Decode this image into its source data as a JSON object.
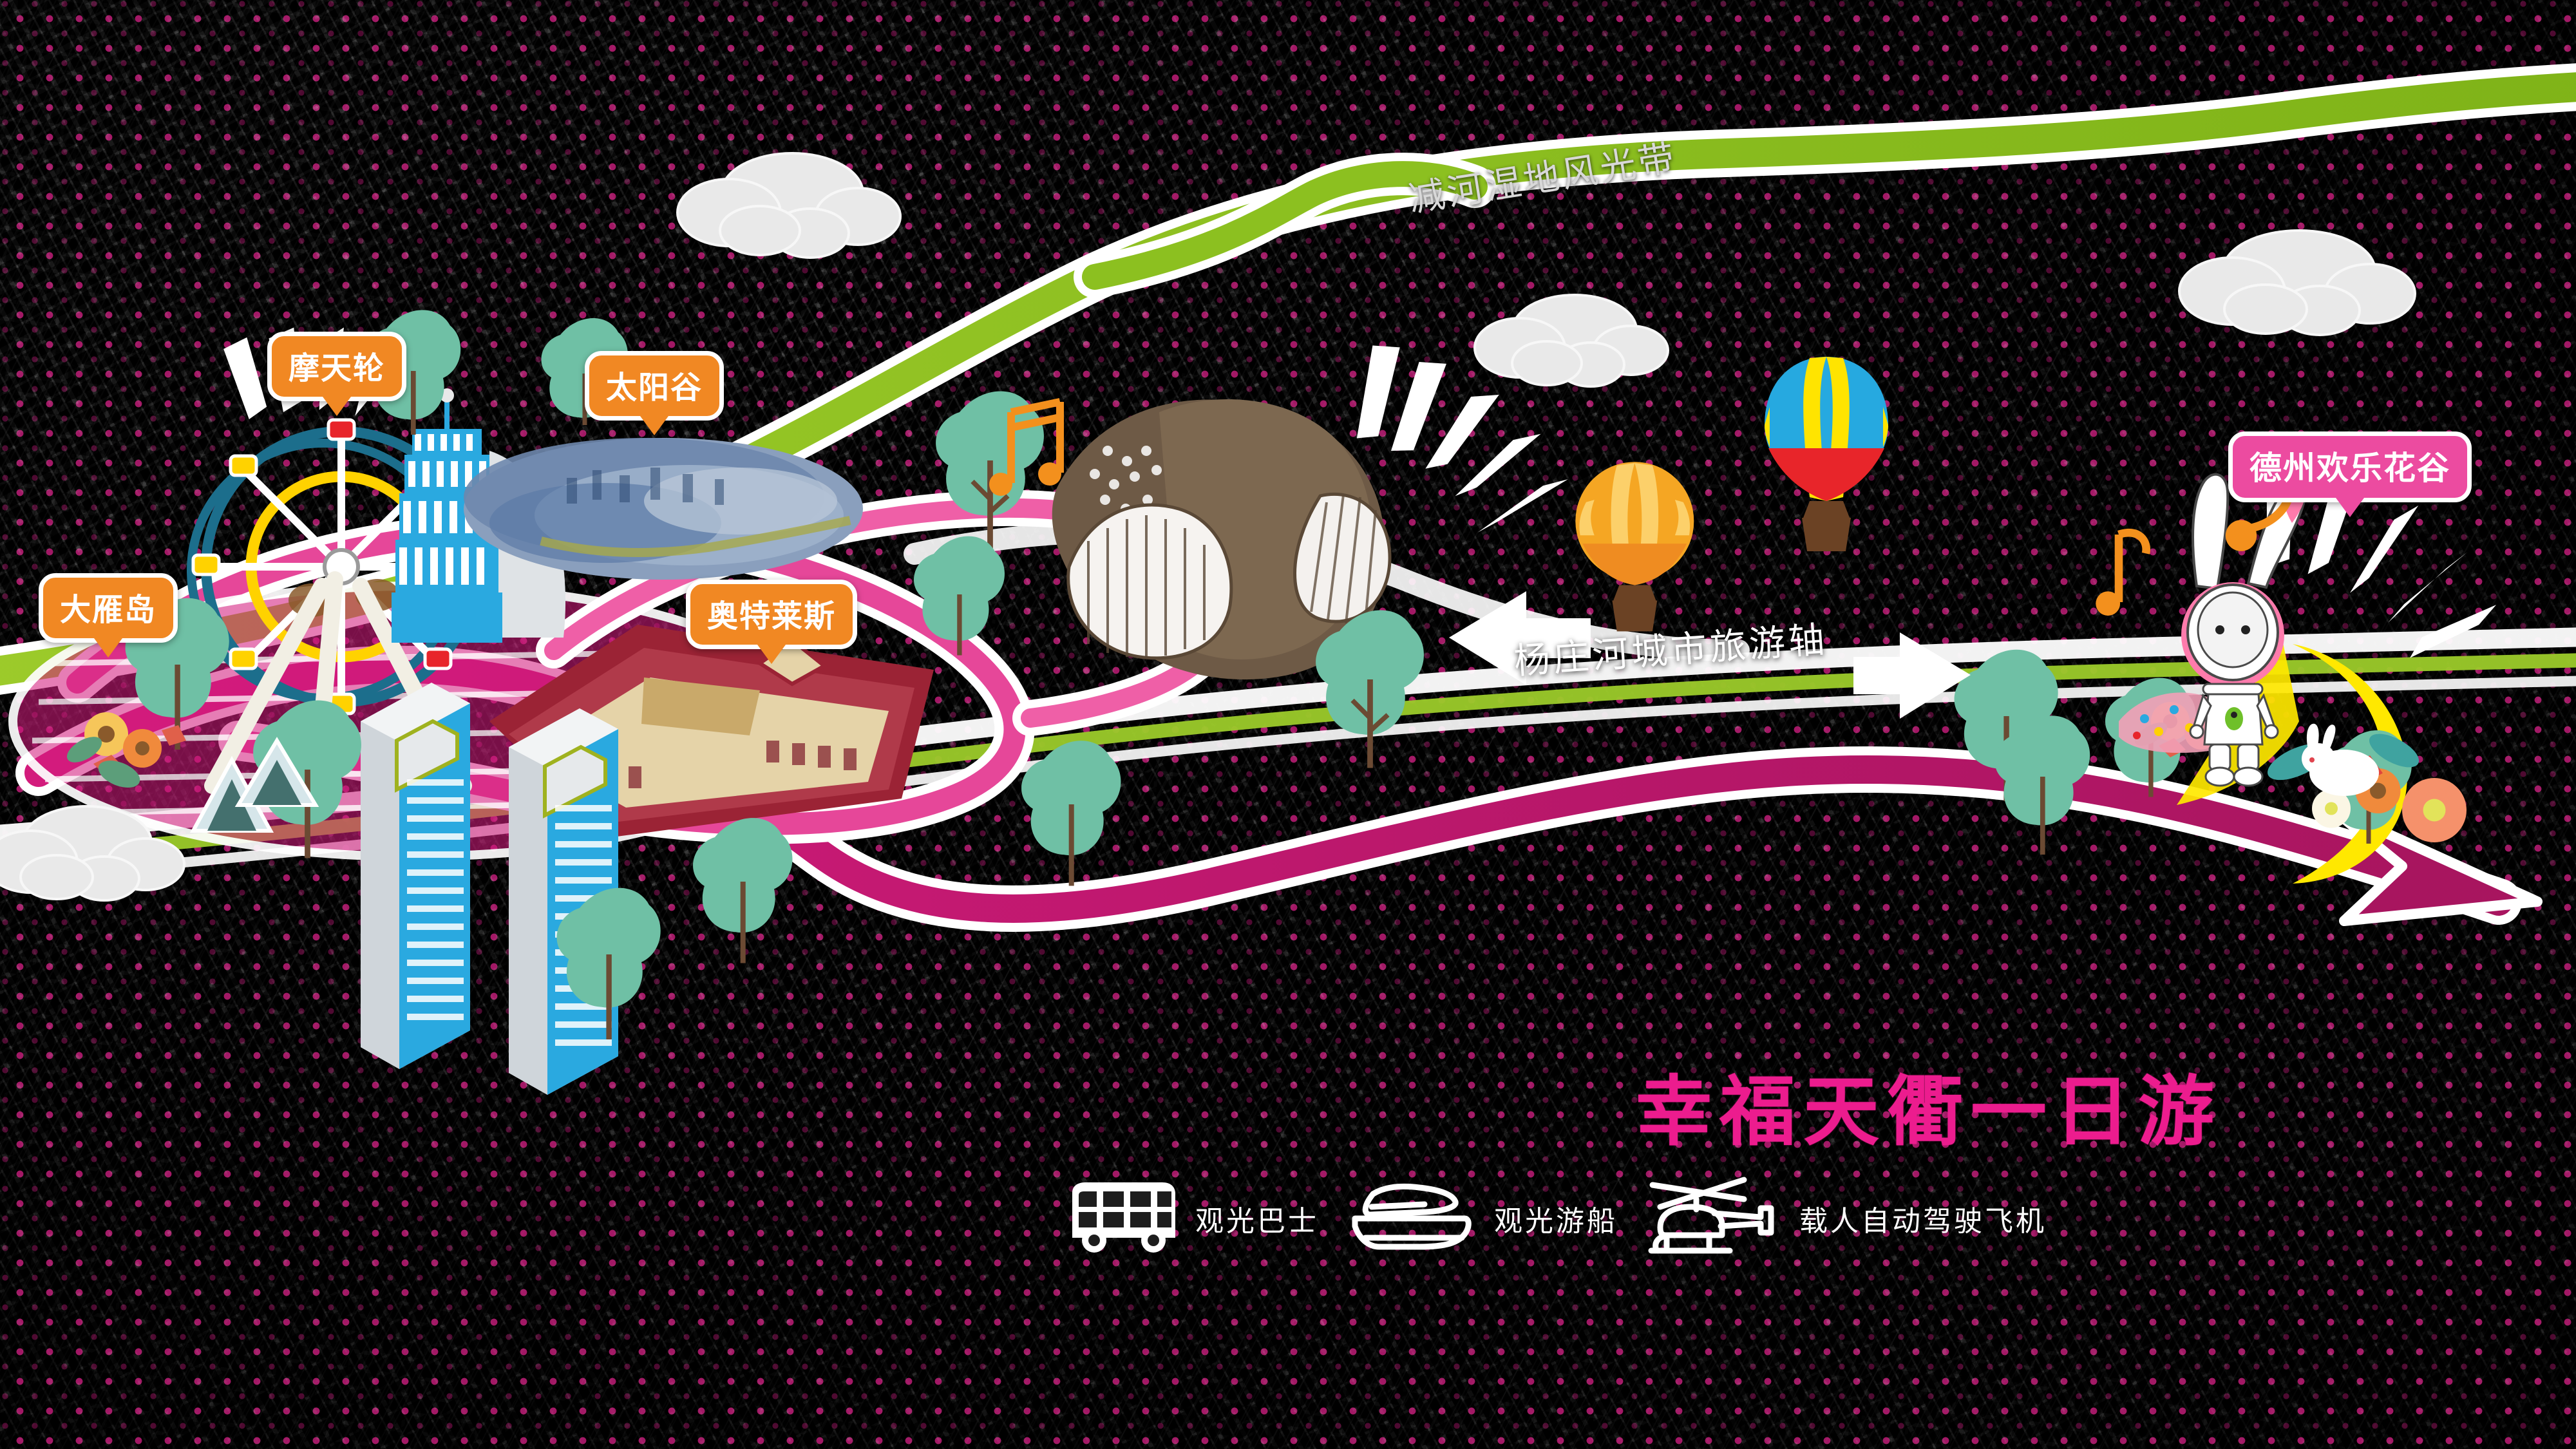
{
  "map": {
    "title": "幸福天衢一日游",
    "title_color": "#ec1c8e",
    "background_accent": "#b01a6e",
    "corridors": [
      {
        "name": "减河湿地风光带",
        "kind": "green-belt",
        "color": "#8cc020"
      },
      {
        "name": "杨庄河城市旅游轴",
        "kind": "tourism-axis",
        "color": "#ffffff",
        "arrows": "both"
      }
    ],
    "callouts": [
      {
        "label": "大雁岛",
        "color": "#f18823",
        "style": "orange"
      },
      {
        "label": "摩天轮",
        "color": "#f18823",
        "style": "orange"
      },
      {
        "label": "太阳谷",
        "color": "#f18823",
        "style": "orange"
      },
      {
        "label": "奥特莱斯",
        "color": "#f18823",
        "style": "orange"
      },
      {
        "label": "德州欢乐花谷",
        "color": "#ec4ba0",
        "style": "pink"
      }
    ],
    "legend": [
      {
        "icon": "sightseeing-bus-icon",
        "label": "观光巴士"
      },
      {
        "icon": "sightseeing-boat-icon",
        "label": "观光游船"
      },
      {
        "icon": "autonomous-helicopter-icon",
        "label": "载人自动驾驶飞机"
      }
    ],
    "decorations": {
      "balloon_blue": {
        "icon": "hot-air-balloon-icon",
        "colors": [
          "#26a9e0",
          "#ffe400",
          "#e8252a"
        ]
      },
      "balloon_orange": {
        "icon": "hot-air-balloon-icon",
        "colors": [
          "#f5a623",
          "#fcd06a"
        ]
      },
      "mascot": {
        "icon": "rabbit-mascot-icon",
        "colors": [
          "#ffffff",
          "#ff7bac"
        ]
      },
      "moon": {
        "icon": "crescent-moon-icon",
        "color": "#ffe800"
      },
      "music_notes": {
        "icon": "music-note-icon",
        "color": "#f3901d"
      },
      "clouds": {
        "icon": "cloud-icon",
        "color": "#e9e9e9"
      },
      "trees": {
        "icon": "tree-icon",
        "colors": [
          "#6fc0a5",
          "#7fbf8f"
        ]
      },
      "ferris_wheel": {
        "icon": "ferris-wheel-icon",
        "colors": [
          "#1c6e8c",
          "#ffd200",
          "#e8252a"
        ]
      },
      "twin_towers": {
        "icon": "skyscraper-icon",
        "colors": [
          "#2aa9e0",
          "#d9dde0"
        ]
      },
      "outlet_mall": {
        "icon": "outlet-mall-icon",
        "colors": [
          "#9b2335",
          "#e5d3a8"
        ]
      },
      "route_main": {
        "color": "#c2186f"
      },
      "route_secondary": {
        "color": "#ef5fa7"
      }
    }
  }
}
